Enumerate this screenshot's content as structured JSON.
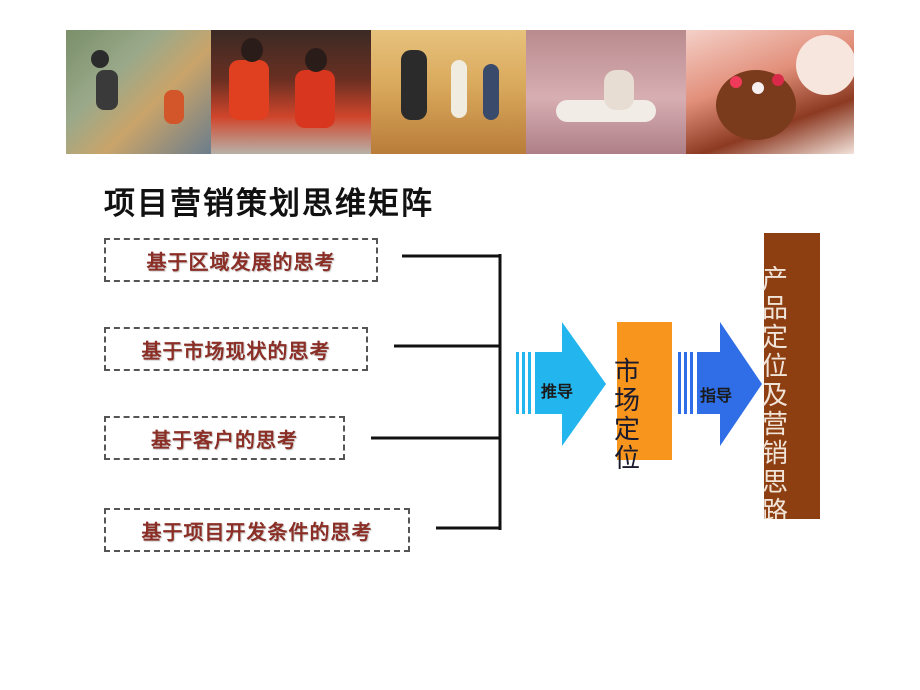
{
  "title": "项目营销策划思维矩阵",
  "inputs": [
    {
      "label": "基于区域发展的思考"
    },
    {
      "label": "基于市场现状的思考"
    },
    {
      "label": "基于客户的思考"
    },
    {
      "label": "基于项目开发条件的思考"
    }
  ],
  "arrow1": {
    "label": "推导"
  },
  "market": {
    "label": "市场定位"
  },
  "arrow2": {
    "label": "指导"
  },
  "product": {
    "label": "产品定位及营销思路"
  },
  "colors": {
    "arrow1": "#23b5ee",
    "arrow2": "#2f6ee6",
    "market_box": "#f7951d",
    "product_box": "#8e3f12",
    "input_text": "#8a2e26"
  }
}
